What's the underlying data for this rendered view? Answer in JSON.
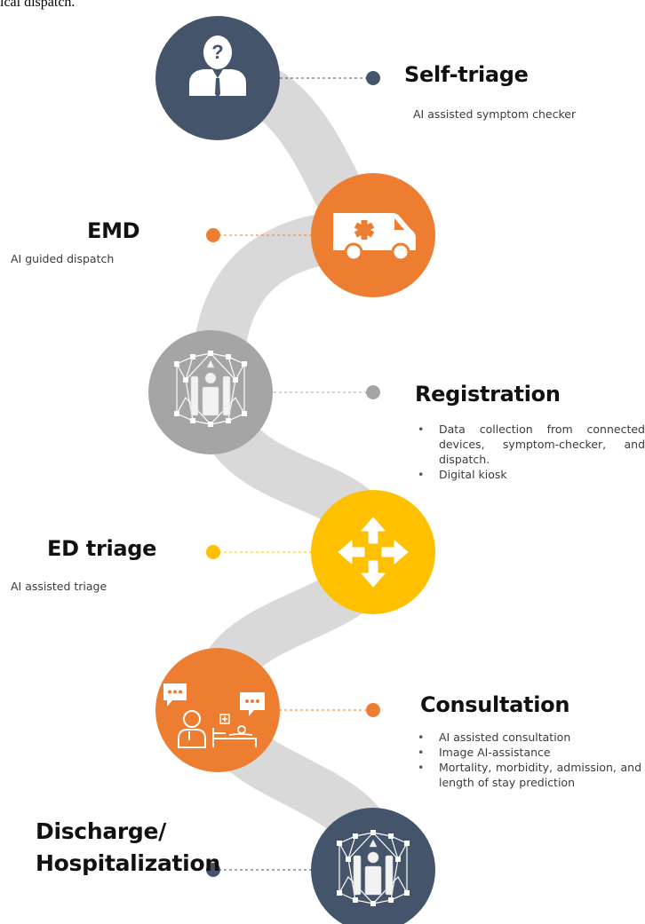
{
  "caption": "ical dispatch.",
  "colors": {
    "navy": "#44546a",
    "orange": "#ed7d31",
    "gray": "#a5a5a5",
    "yellow": "#ffc000",
    "path": "#d9d9d9"
  },
  "stages": [
    {
      "id": "self-triage",
      "title": "Self-triage",
      "description": "AI assisted symptom checker",
      "icon": "person-question-icon",
      "color": "navy"
    },
    {
      "id": "emd",
      "title": "EMD",
      "description": "AI guided dispatch",
      "icon": "ambulance-icon",
      "color": "orange"
    },
    {
      "id": "registration",
      "title": "Registration",
      "bullets": [
        "Data collection from connected devices, symptom-checker, and dispatch.",
        "Digital kiosk"
      ],
      "icon": "connected-devices-icon",
      "color": "gray"
    },
    {
      "id": "ed-triage",
      "title": "ED triage",
      "description": "AI assisted triage",
      "icon": "four-arrows-icon",
      "color": "yellow"
    },
    {
      "id": "consultation",
      "title": "Consultation",
      "bullets": [
        "AI assisted consultation",
        "Image AI-assistance",
        "Mortality, morbidity, admission, and length of stay prediction"
      ],
      "icon": "doctor-patient-chat-icon",
      "color": "orange"
    },
    {
      "id": "discharge",
      "title": "Discharge/ Hospitalization",
      "title_lines": [
        "Discharge/",
        "Hospitalization"
      ],
      "icon": "connected-devices-icon",
      "color": "navy"
    }
  ]
}
